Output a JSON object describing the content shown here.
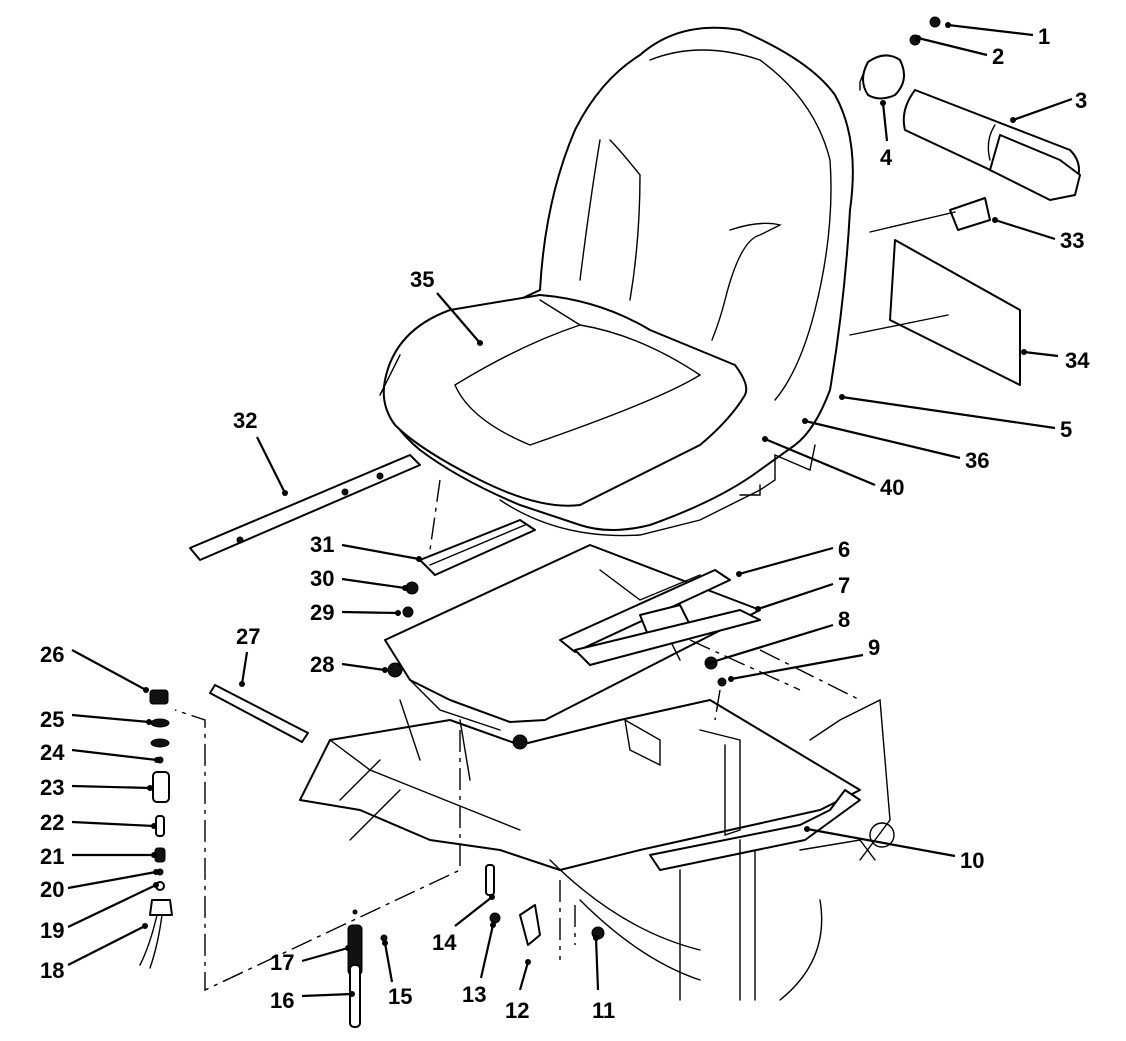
{
  "diagram": {
    "callouts": [
      {
        "label": "1"
      },
      {
        "label": "2"
      },
      {
        "label": "3"
      },
      {
        "label": "4"
      },
      {
        "label": "5"
      },
      {
        "label": "6"
      },
      {
        "label": "7"
      },
      {
        "label": "8"
      },
      {
        "label": "9"
      },
      {
        "label": "10"
      },
      {
        "label": "11"
      },
      {
        "label": "12"
      },
      {
        "label": "13"
      },
      {
        "label": "14"
      },
      {
        "label": "15"
      },
      {
        "label": "16"
      },
      {
        "label": "17"
      },
      {
        "label": "18"
      },
      {
        "label": "19"
      },
      {
        "label": "20"
      },
      {
        "label": "21"
      },
      {
        "label": "22"
      },
      {
        "label": "23"
      },
      {
        "label": "24"
      },
      {
        "label": "25"
      },
      {
        "label": "26"
      },
      {
        "label": "27"
      },
      {
        "label": "28"
      },
      {
        "label": "29"
      },
      {
        "label": "30"
      },
      {
        "label": "31"
      },
      {
        "label": "32"
      },
      {
        "label": "33"
      },
      {
        "label": "34"
      },
      {
        "label": "35"
      },
      {
        "label": "36"
      },
      {
        "label": "40"
      }
    ]
  }
}
